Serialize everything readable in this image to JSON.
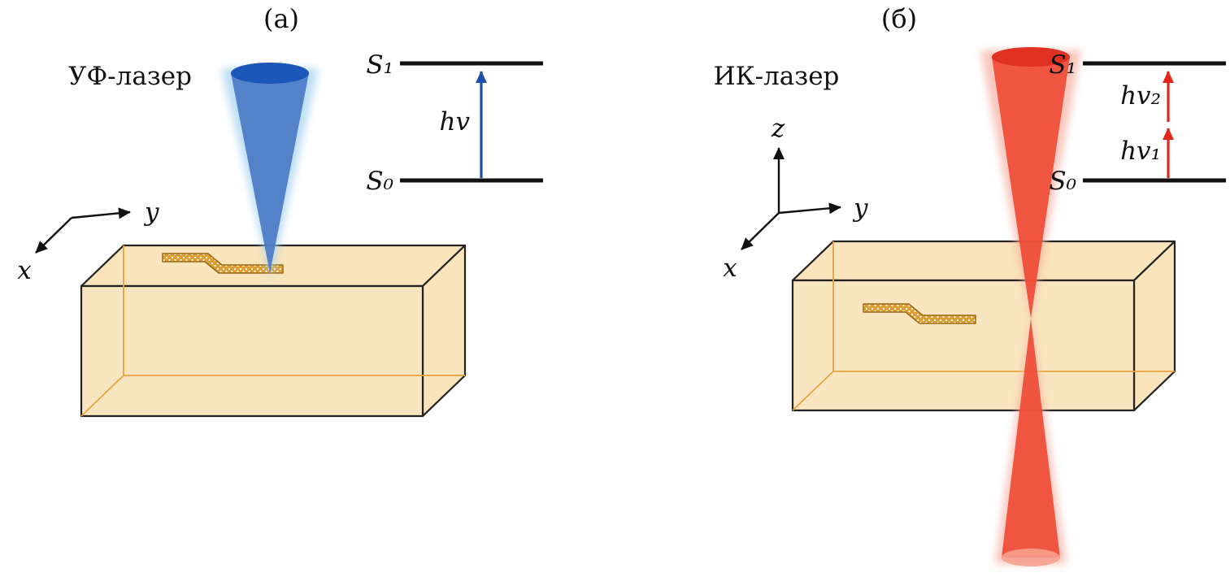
{
  "figure": {
    "description_visible_text_only": true,
    "energy": {
      "level_color": "#111111"
    },
    "block": {
      "fill": "#f9e4bc",
      "edge_color": "#222222",
      "hidden_edge_color": "#e8a43f",
      "structure_fill": "#dd9f33",
      "structure_outline": "#9a6a14"
    },
    "panel_a": {
      "title": "(а)",
      "laser_label": "УФ-лазер",
      "axis_x": "x",
      "axis_y": "y",
      "level_s1": "S₁",
      "level_s0": "S₀",
      "transition_label": "hv",
      "beam_color": "#4b79c4",
      "beam_top_color": "#1b57b8",
      "beam_glow_color": "#a5d2f2",
      "arrow_color": "#1d4fa8"
    },
    "panel_b": {
      "title": "(б)",
      "laser_label": "ИК-лазер",
      "axis_x": "x",
      "axis_y": "y",
      "axis_z": "z",
      "level_s1": "S₁",
      "level_s0": "S₀",
      "transition_label_1": "hv₁",
      "transition_label_2": "hv₂",
      "beam_color": "#ee4b36",
      "beam_top_color": "#e03123",
      "beam_glow_color": "#f6ac9c",
      "beam_tip_color": "#f5a08e",
      "arrow_color": "#e32619"
    }
  }
}
